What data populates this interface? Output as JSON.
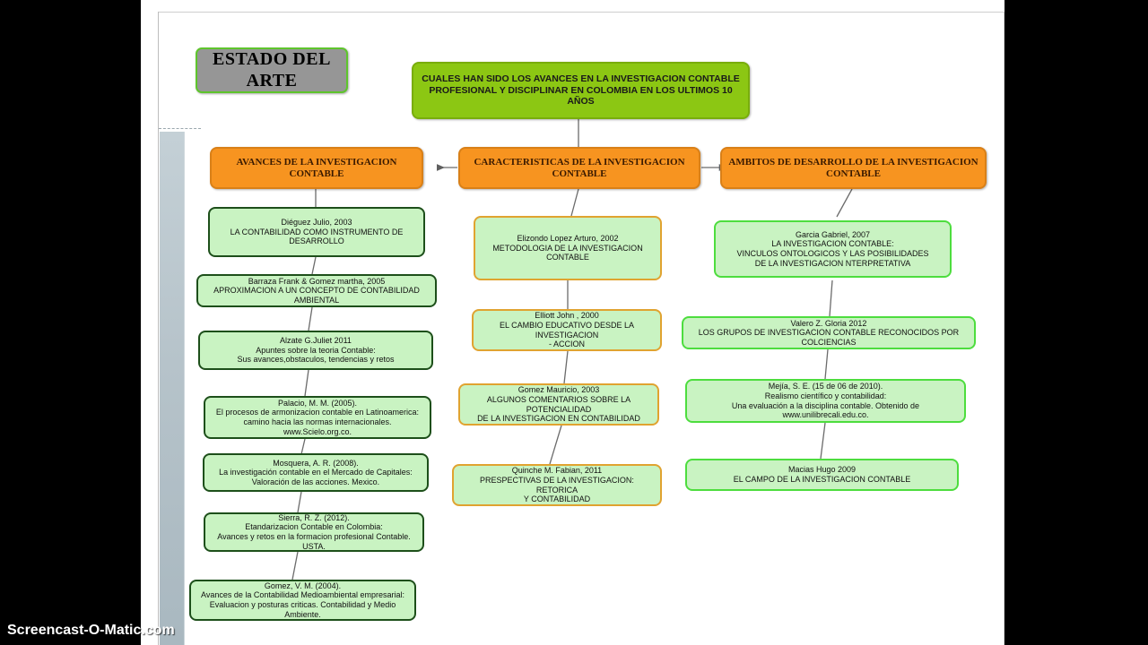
{
  "watermark": "Screencast-O-Matic.com",
  "title_box": {
    "label": "ESTADO DEL ARTE"
  },
  "question_box": {
    "label": "CUALES HAN SIDO LOS AVANCES EN LA INVESTIGACION  CONTABLE\nPROFESIONAL Y DISCIPLINAR EN COLOMBIA EN LOS ULTIMOS 10 AÑOS"
  },
  "categories": [
    {
      "id": "avances",
      "label": "AVANCES DE LA INVESTIGACION CONTABLE"
    },
    {
      "id": "caracteristicas",
      "label": "CARACTERISTICAS DE LA INVESTIGACION CONTABLE"
    },
    {
      "id": "ambitos",
      "label": "AMBITOS DE DESARROLLO DE LA INVESTIGACION CONTABLE"
    }
  ],
  "left_column": [
    {
      "label": "Diéguez Julio, 2003\nLA CONTABILIDAD COMO INSTRUMENTO DE\nDESARROLLO"
    },
    {
      "label": "Barraza Frank & Gomez martha, 2005\nAPROXIMACION A UN CONCEPTO DE CONTABILIDAD AMBIENTAL"
    },
    {
      "label": "Alzate G.Juliet 2011\nApuntes sobre la teoria Contable:\nSus avances,obstaculos, tendencias y retos"
    },
    {
      "label": "Palacio, M. M. (2005).\nEl procesos de armonizacion contable en Latinoamerica:\ncamino hacia las normas internacionales. www.Scielo.org.co."
    },
    {
      "label": "Mosquera, A. R. (2008).\nLa investigación contable en el Mercado de Capitales:\nValoración de las acciones. Mexico."
    },
    {
      "label": "Sierra, R. Z. (2012).\nEtandarizacion Contable en Colombia:\nAvances y retos en la formacion profesional Contable. USTA."
    },
    {
      "label": "Gomez, V. M. (2004).\nAvances de la Contabilidad Medioambiental empresarial:\nEvaluacion y posturas criticas. Contabilidad y Medio Ambiente."
    }
  ],
  "middle_column": [
    {
      "label": "Elizondo Lopez Arturo, 2002\nMETODOLOGIA DE LA INVESTIGACION CONTABLE"
    },
    {
      "label": "Elliott John , 2000\nEL CAMBIO EDUCATIVO DESDE LA INVESTIGACION\n- ACCION"
    },
    {
      "label": "Gomez Mauricio, 2003\nALGUNOS COMENTARIOS SOBRE LA POTENCIALIDAD\nDE LA INVESTIGACION EN CONTABILIDAD"
    },
    {
      "label": "Quinche M. Fabian, 2011\nPRESPECTIVAS DE LA INVESTIGACION: RETORICA\nY CONTABILIDAD"
    }
  ],
  "right_column": [
    {
      "label": "Garcia Gabriel, 2007\nLA INVESTIGACION CONTABLE:\nVINCULOS ONTOLOGICOS Y LAS POSIBILIDADES\nDE LA INVESTIGACION NTERPRETATIVA"
    },
    {
      "label": "Valero Z. Gloria 2012\nLOS GRUPOS DE INVESTIGACION CONTABLE RECONOCIDOS POR COLCIENCIAS"
    },
    {
      "label": "Mejía, S. E. (15 de 06 de 2010).\nRealismo científico y contabilidad:\nUna evaluación a la disciplina contable. Obtenido de www.unilibrecali.edu.co."
    },
    {
      "label": "Macias Hugo 2009\nEL CAMPO DE LA INVESTIGACION CONTABLE"
    }
  ],
  "colors": {
    "question_fill": "#8cc713",
    "category_fill": "#f79420",
    "reference_fill": "#c9f3c2",
    "title_fill": "#969696",
    "connector": "#6b6b6b"
  }
}
